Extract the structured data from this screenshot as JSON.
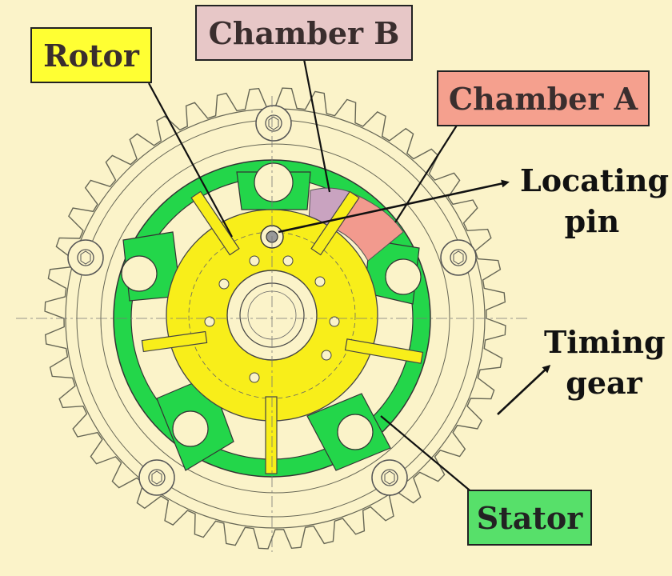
{
  "labels": {
    "rotor": "Rotor",
    "chamber_b": "Chamber B",
    "chamber_a": "Chamber A",
    "locating_pin_line1": "Locating",
    "locating_pin_line2": "pin",
    "timing_gear_line1": "Timing",
    "timing_gear_line2": "gear",
    "stator": "Stator"
  },
  "colors": {
    "background": "#fbf3c9",
    "rotor_yellow": "#f8ee1a",
    "stator_green": "#23d64a",
    "chamber_b_fill": "#c9a3c0",
    "chamber_a_fill": "#f29a8e",
    "rotor_label_bg": "#ffff33",
    "chamber_b_label_bg": "#e7c7c7",
    "chamber_a_label_bg": "#f5a08e",
    "stator_label_bg": "#57e06a",
    "drawing_lines": "#666655"
  }
}
